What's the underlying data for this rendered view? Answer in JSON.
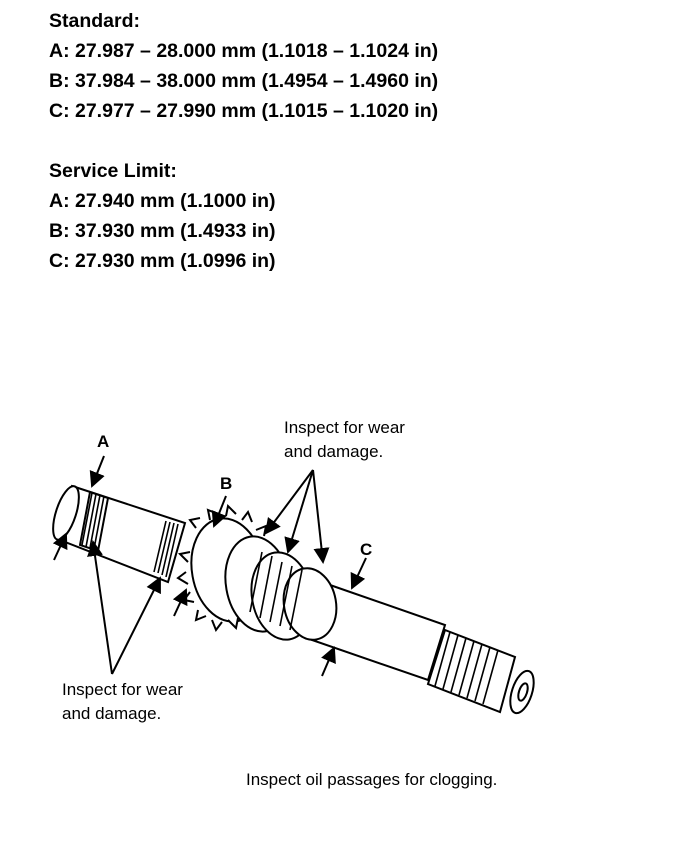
{
  "standard": {
    "heading": "Standard:",
    "lines": [
      "A: 27.987 – 28.000 mm (1.1018 – 1.1024 in)",
      "B: 37.984 – 38.000 mm (1.4954 – 1.4960 in)",
      "C: 27.977 – 27.990 mm (1.1015 – 1.1020 in)"
    ]
  },
  "service_limit": {
    "heading": "Service Limit:",
    "lines": [
      "A: 27.940 mm (1.1000 in)",
      "B: 37.930 mm (1.4933 in)",
      "C: 27.930 mm (1.0996 in)"
    ]
  },
  "diagram": {
    "labels": {
      "a": "A",
      "b": "B",
      "c": "C",
      "inspect_gear_line1": "Inspect for wear",
      "inspect_gear_line2": "and damage.",
      "inspect_splines_line1": "Inspect for wear",
      "inspect_splines_line2": "and damage.",
      "oil_passages": "Inspect oil passages for clogging."
    }
  }
}
